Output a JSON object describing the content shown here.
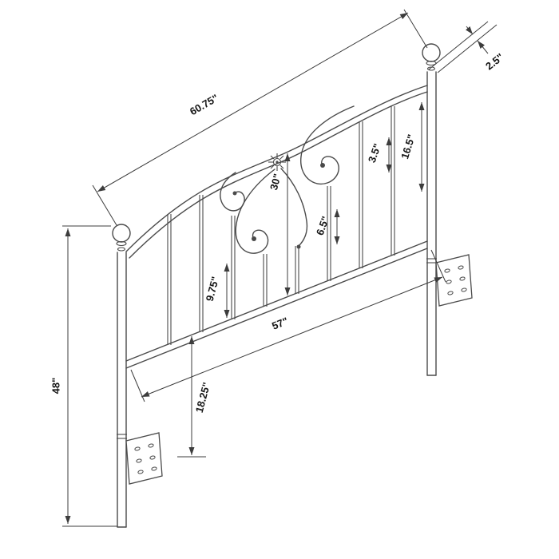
{
  "colors": {
    "drawing_line": "#4a4a4a",
    "dimension_line": "#3c3c3c",
    "label_text": "#151515",
    "background": "#ffffff"
  },
  "dimensions": {
    "overall_width": {
      "label": "60.75\""
    },
    "post_diameter": {
      "label": "2.5\""
    },
    "top_spindle_gap": {
      "label": "3.5\""
    },
    "right_section_height": {
      "label": "16.5\""
    },
    "center_height": {
      "label": "30\""
    },
    "mid_spindle_gap": {
      "label": "6.5\""
    },
    "spindle_height": {
      "label": "9.75\""
    },
    "inner_width": {
      "label": "57\""
    },
    "bottom_section_height": {
      "label": "18.25\""
    },
    "overall_height": {
      "label": "48\""
    }
  }
}
